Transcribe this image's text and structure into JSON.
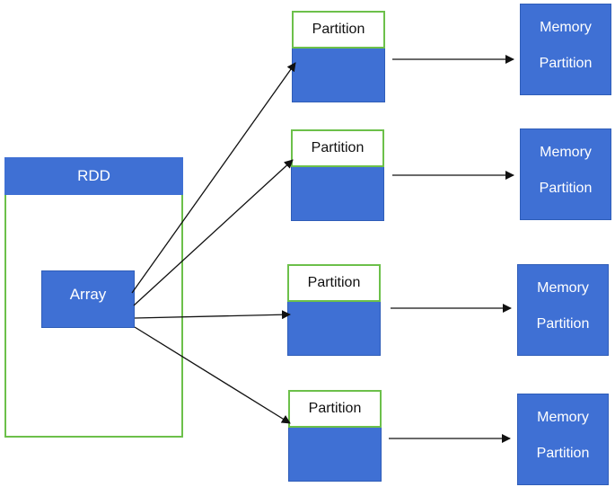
{
  "diagram": {
    "rdd": {
      "label": "RDD"
    },
    "array": {
      "label": "Array"
    },
    "partitions": [
      {
        "label": "Partition"
      },
      {
        "label": "Partition"
      },
      {
        "label": "Partition"
      },
      {
        "label": "Partition"
      }
    ],
    "memory_partitions": [
      {
        "line1": "Memory",
        "line2": "Partition"
      },
      {
        "line1": "Memory",
        "line2": "Partition"
      },
      {
        "line1": "Memory",
        "line2": "Partition"
      },
      {
        "line1": "Memory",
        "line2": "Partition"
      }
    ],
    "colors": {
      "block_blue": "#3f70d4",
      "outline_green": "#6cc04a",
      "arrow": "#111111"
    }
  }
}
